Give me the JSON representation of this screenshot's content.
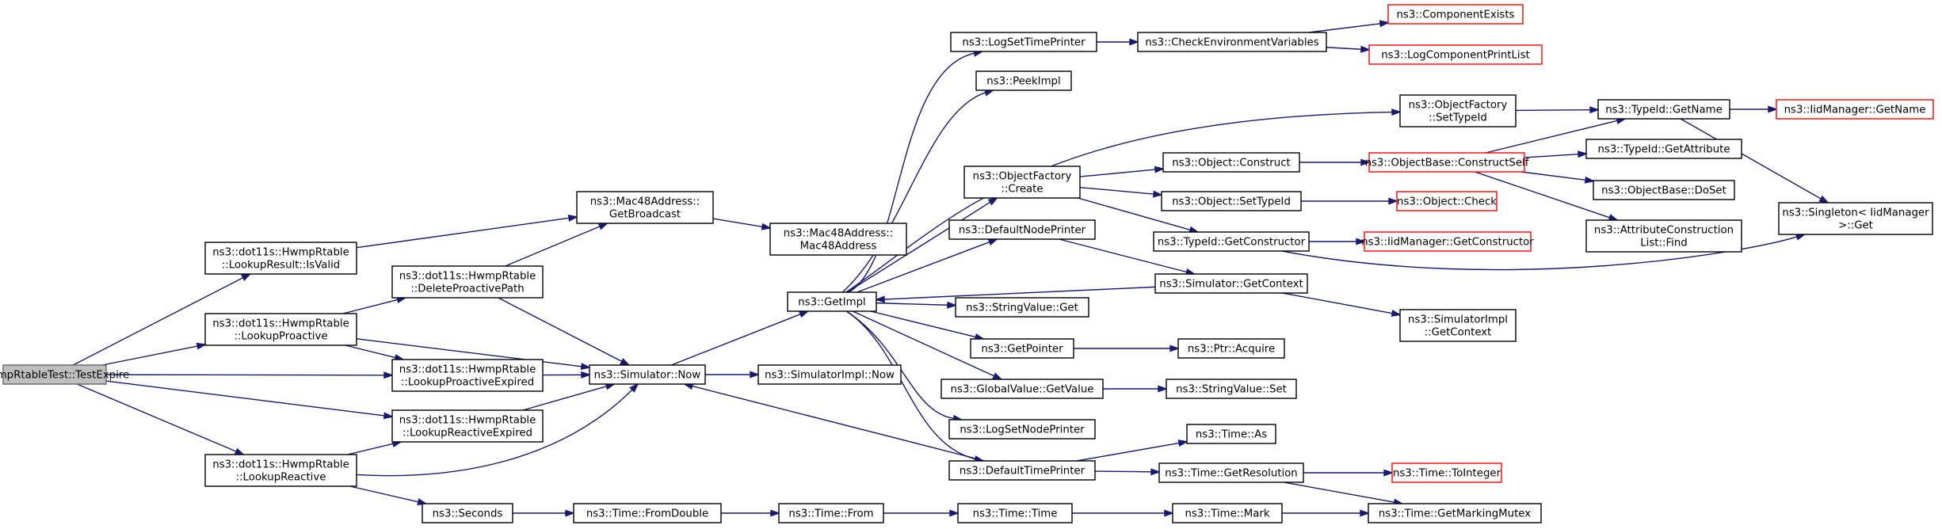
{
  "nodes": [
    {
      "id": "root",
      "lines": [
        "HwmpRtableTest::TestExpire"
      ],
      "kind": "root"
    },
    {
      "id": "isvalid",
      "lines": [
        "ns3::dot11s::HwmpRtable",
        "::LookupResult::IsValid"
      ]
    },
    {
      "id": "lookproact",
      "lines": [
        "ns3::dot11s::HwmpRtable",
        "::LookupProactive"
      ]
    },
    {
      "id": "lookreact",
      "lines": [
        "ns3::dot11s::HwmpRtable",
        "::LookupReactive"
      ]
    },
    {
      "id": "delproact",
      "lines": [
        "ns3::dot11s::HwmpRtable",
        "::DeleteProactivePath"
      ]
    },
    {
      "id": "lpexp",
      "lines": [
        "ns3::dot11s::HwmpRtable",
        "::LookupProactiveExpired"
      ]
    },
    {
      "id": "lrexp",
      "lines": [
        "ns3::dot11s::HwmpRtable",
        "::LookupReactiveExpired"
      ]
    },
    {
      "id": "getbcast",
      "lines": [
        "ns3::Mac48Address::",
        "GetBroadcast"
      ]
    },
    {
      "id": "mac48",
      "lines": [
        "ns3::Mac48Address::",
        "Mac48Address"
      ]
    },
    {
      "id": "simnow",
      "lines": [
        "ns3::Simulator::Now"
      ]
    },
    {
      "id": "simimplnow",
      "lines": [
        "ns3::SimulatorImpl::Now"
      ]
    },
    {
      "id": "seconds",
      "lines": [
        "ns3::Seconds"
      ]
    },
    {
      "id": "fromdouble",
      "lines": [
        "ns3::Time::FromDouble"
      ]
    },
    {
      "id": "timefrom",
      "lines": [
        "ns3::Time::From"
      ]
    },
    {
      "id": "timetime",
      "lines": [
        "ns3::Time::Time"
      ]
    },
    {
      "id": "timemark",
      "lines": [
        "ns3::Time::Mark"
      ]
    },
    {
      "id": "gmm",
      "lines": [
        "ns3::Time::GetMarkingMutex"
      ]
    },
    {
      "id": "getimpl",
      "lines": [
        "ns3::GetImpl"
      ]
    },
    {
      "id": "logstp",
      "lines": [
        "ns3::LogSetTimePrinter"
      ]
    },
    {
      "id": "peekimpl",
      "lines": [
        "ns3::PeekImpl"
      ]
    },
    {
      "id": "ofcreate",
      "lines": [
        "ns3::ObjectFactory",
        "::Create"
      ]
    },
    {
      "id": "defnp",
      "lines": [
        "ns3::DefaultNodePrinter"
      ]
    },
    {
      "id": "svget",
      "lines": [
        "ns3::StringValue::Get"
      ]
    },
    {
      "id": "getptr",
      "lines": [
        "ns3::GetPointer"
      ]
    },
    {
      "id": "gvget",
      "lines": [
        "ns3::GlobalValue::GetValue"
      ]
    },
    {
      "id": "logsnp",
      "lines": [
        "ns3::LogSetNodePrinter"
      ]
    },
    {
      "id": "deftp",
      "lines": [
        "ns3::DefaultTimePrinter"
      ]
    },
    {
      "id": "chkenv",
      "lines": [
        "ns3::CheckEnvironmentVariables"
      ]
    },
    {
      "id": "compex",
      "lines": [
        "ns3::ComponentExists"
      ],
      "kind": "trunc"
    },
    {
      "id": "logcpl",
      "lines": [
        "ns3::LogComponentPrintList"
      ],
      "kind": "trunc"
    },
    {
      "id": "ofsettid",
      "lines": [
        "ns3::ObjectFactory",
        "::SetTypeId"
      ]
    },
    {
      "id": "objconstr",
      "lines": [
        "ns3::Object::Construct"
      ]
    },
    {
      "id": "objsettid",
      "lines": [
        "ns3::Object::SetTypeId"
      ]
    },
    {
      "id": "tidgetcons",
      "lines": [
        "ns3::TypeId::GetConstructor"
      ]
    },
    {
      "id": "simgetctx",
      "lines": [
        "ns3::Simulator::GetContext"
      ]
    },
    {
      "id": "ptracq",
      "lines": [
        "ns3::Ptr::Acquire"
      ]
    },
    {
      "id": "svset",
      "lines": [
        "ns3::StringValue::Set"
      ]
    },
    {
      "id": "timeas",
      "lines": [
        "ns3::Time::As"
      ]
    },
    {
      "id": "timegetres",
      "lines": [
        "ns3::Time::GetResolution"
      ]
    },
    {
      "id": "obconstself",
      "lines": [
        "ns3::ObjectBase::ConstructSelf"
      ],
      "kind": "trunc"
    },
    {
      "id": "objcheck",
      "lines": [
        "ns3::Object::Check"
      ],
      "kind": "trunc"
    },
    {
      "id": "iidgetcons",
      "lines": [
        "ns3::IidManager::GetConstructor"
      ],
      "kind": "trunc"
    },
    {
      "id": "simimplctx",
      "lines": [
        "ns3::SimulatorImpl",
        "::GetContext"
      ]
    },
    {
      "id": "toint",
      "lines": [
        "ns3::Time::ToInteger"
      ],
      "kind": "trunc"
    },
    {
      "id": "tidgetname",
      "lines": [
        "ns3::TypeId::GetName"
      ]
    },
    {
      "id": "tidgetattr",
      "lines": [
        "ns3::TypeId::GetAttribute"
      ]
    },
    {
      "id": "obdoset",
      "lines": [
        "ns3::ObjectBase::DoSet"
      ]
    },
    {
      "id": "acfind",
      "lines": [
        "ns3::AttributeConstruction",
        "List::Find"
      ]
    },
    {
      "id": "iidgetname",
      "lines": [
        "ns3::IidManager::GetName"
      ],
      "kind": "trunc"
    },
    {
      "id": "singleton",
      "lines": [
        "ns3::Singleton< IidManager",
        ">::Get"
      ]
    }
  ]
}
